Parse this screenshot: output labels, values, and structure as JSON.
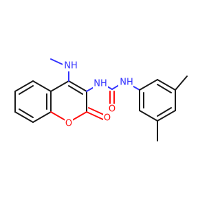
{
  "colors": {
    "carbon_bond": "#1a1a1a",
    "nitrogen": "#3333ff",
    "oxygen": "#ff0d0d",
    "background": "#ffffff"
  },
  "atom_labels": {
    "methylamine_nh": "NH",
    "coumarin_3_nh": "NH",
    "aryl_nh": "NH",
    "urea_carbonyl_o": "O",
    "ring_o": "O",
    "lactone_carbonyl_o": "O"
  }
}
